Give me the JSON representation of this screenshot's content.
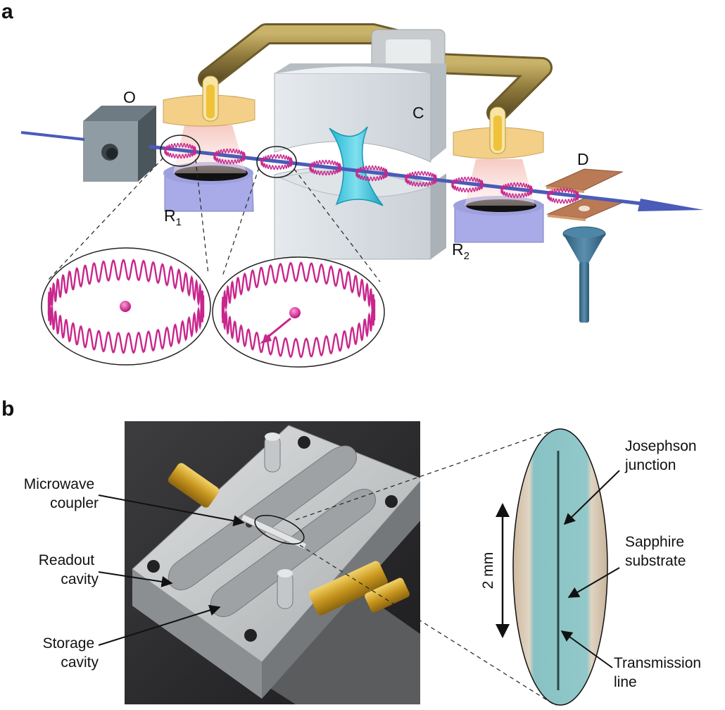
{
  "panel_a": {
    "letter": "a",
    "labels": {
      "oven": "O",
      "cavity": "C",
      "detector": "D",
      "zone1": "R",
      "zone1_sub": "1",
      "zone2": "R",
      "zone2_sub": "2"
    }
  },
  "panel_b": {
    "letter": "b",
    "annotations": {
      "microwave_coupler_1": "Microwave",
      "microwave_coupler_2": "coupler",
      "readout_cavity_1": "Readout",
      "readout_cavity_2": "cavity",
      "storage_cavity_1": "Storage",
      "storage_cavity_2": "cavity",
      "josephson_junction_1": "Josephson",
      "josephson_junction_2": "junction",
      "sapphire_substrate_1": "Sapphire",
      "sapphire_substrate_2": "substrate",
      "transmission_line_1": "Transmission",
      "transmission_line_2": "line",
      "scale": "2 mm"
    }
  },
  "colors": {
    "beam": "#4a5bb8",
    "atom_ring": "#c8268c",
    "cavity_mode": "#1fb3cc",
    "mirror": "#d7dde2",
    "waveguide": "#9a8548",
    "ramsey_plate": "#f2cf8a",
    "ramsey_base": "#a7a9e6",
    "detector_plate": "#b97a55",
    "funnel": "#356b8a",
    "photo_bg": "#2a2a2c",
    "metal": "#c3c5c6",
    "sapphire": "#8cc4c6"
  },
  "icons": {
    "oven": "cube-oven-icon",
    "detector_funnel": "funnel-icon",
    "connector": "sma-connector-icon"
  }
}
